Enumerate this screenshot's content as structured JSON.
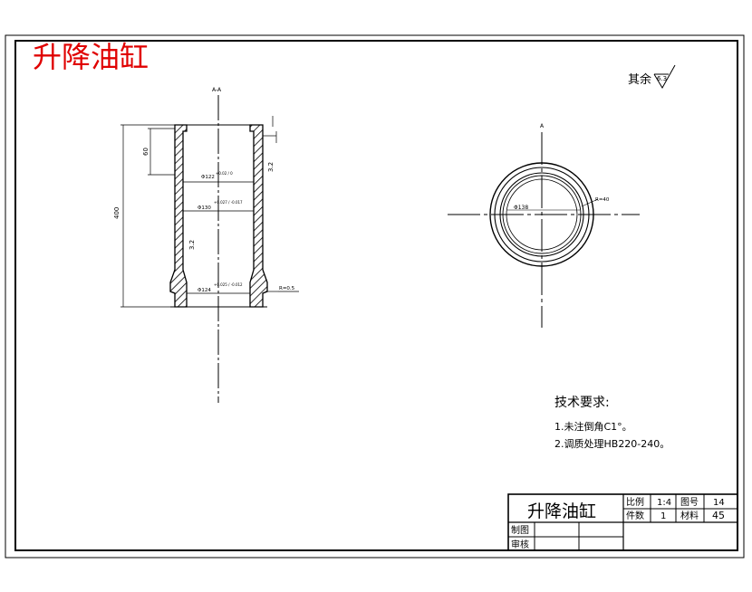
{
  "drawing": {
    "title": "升降油缸",
    "roughness_note": "其余",
    "roughness_symbol_value": "6.3"
  },
  "section_view": {
    "section_label": "A-A",
    "dims": {
      "overall_height": "400",
      "top_recess": "60",
      "bore_top": "Φ122",
      "bore_top_tol": "+0.02 / 0",
      "bore_mid": "Φ130",
      "bore_mid_tol": "+0.027 / -0.017",
      "bore_bottom": "Φ124",
      "bore_bottom_tol": "+0.025 / -0.012",
      "roughness_right": "3.2",
      "roughness_inner": "3.2",
      "chamfer_note": "R=0.5"
    }
  },
  "end_view": {
    "view_label": "A",
    "dim_inner": "Φ138",
    "dim_outer": "R=40"
  },
  "tech_requirements": {
    "heading": "技术要求:",
    "items": [
      "1.未注倒角C1°。",
      "2.调质处理HB220-240。"
    ]
  },
  "title_block": {
    "name": "升降油缸",
    "scale_label": "比例",
    "scale_value": "1:4",
    "drawing_no_label": "图号",
    "drawing_no_value": "14",
    "qty_label": "件数",
    "qty_value": "1",
    "material_label": "材料",
    "material_value": "45",
    "drawn_label": "制图",
    "checked_label": "审核"
  }
}
